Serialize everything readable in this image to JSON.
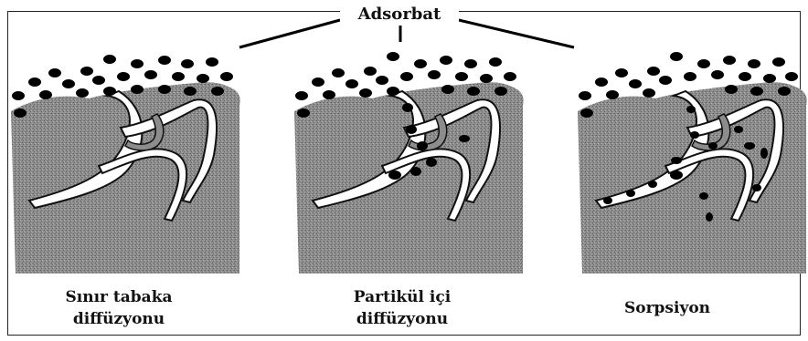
{
  "title": "Adsorbat",
  "panels": [
    {
      "caption_lines": [
        "Sınır tabaka",
        "diffüzyonu"
      ]
    },
    {
      "caption_lines": [
        "Partikül içi",
        "diffüzyonu"
      ]
    },
    {
      "caption_lines": [
        "Sorpsiyon"
      ]
    }
  ],
  "colors": {
    "particle": "#5a5a5a",
    "pore": "#ffffff",
    "outline": "#111111",
    "dot": "#000000"
  }
}
